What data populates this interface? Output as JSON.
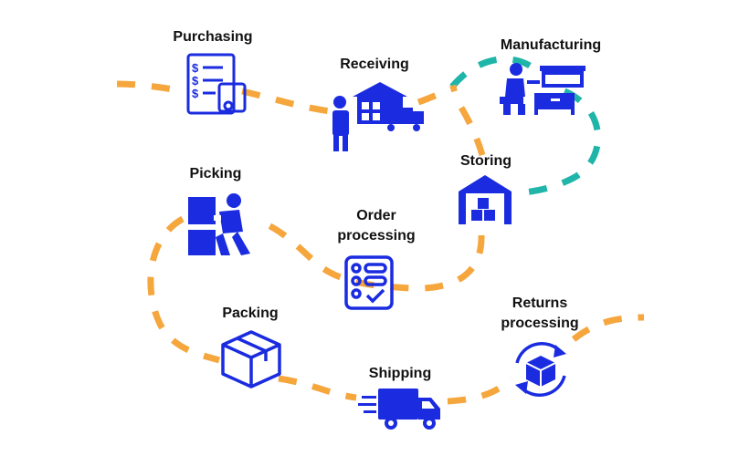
{
  "colors": {
    "path_primary": "#F5A63C",
    "path_secondary": "#1FB5A8",
    "icon_blue": "#1A2BE0",
    "label_text": "#111111"
  },
  "steps": [
    {
      "label": "Purchasing",
      "icon": "clipboard-checklist-icon"
    },
    {
      "label": "Receiving",
      "icon": "worker-warehouse-truck-icon"
    },
    {
      "label": "Manufacturing",
      "icon": "worker-assembling-furniture-icon"
    },
    {
      "label": "Storing",
      "icon": "warehouse-boxes-icon"
    },
    {
      "label_line1": "Order",
      "label_line2": "processing",
      "icon": "order-checklist-icon"
    },
    {
      "label": "Picking",
      "icon": "worker-carrying-boxes-icon"
    },
    {
      "label": "Packing",
      "icon": "cardboard-box-icon"
    },
    {
      "label": "Shipping",
      "icon": "moving-truck-icon"
    },
    {
      "label_line1": "Returns",
      "label_line2": "processing",
      "icon": "return-box-cycle-icon"
    }
  ]
}
